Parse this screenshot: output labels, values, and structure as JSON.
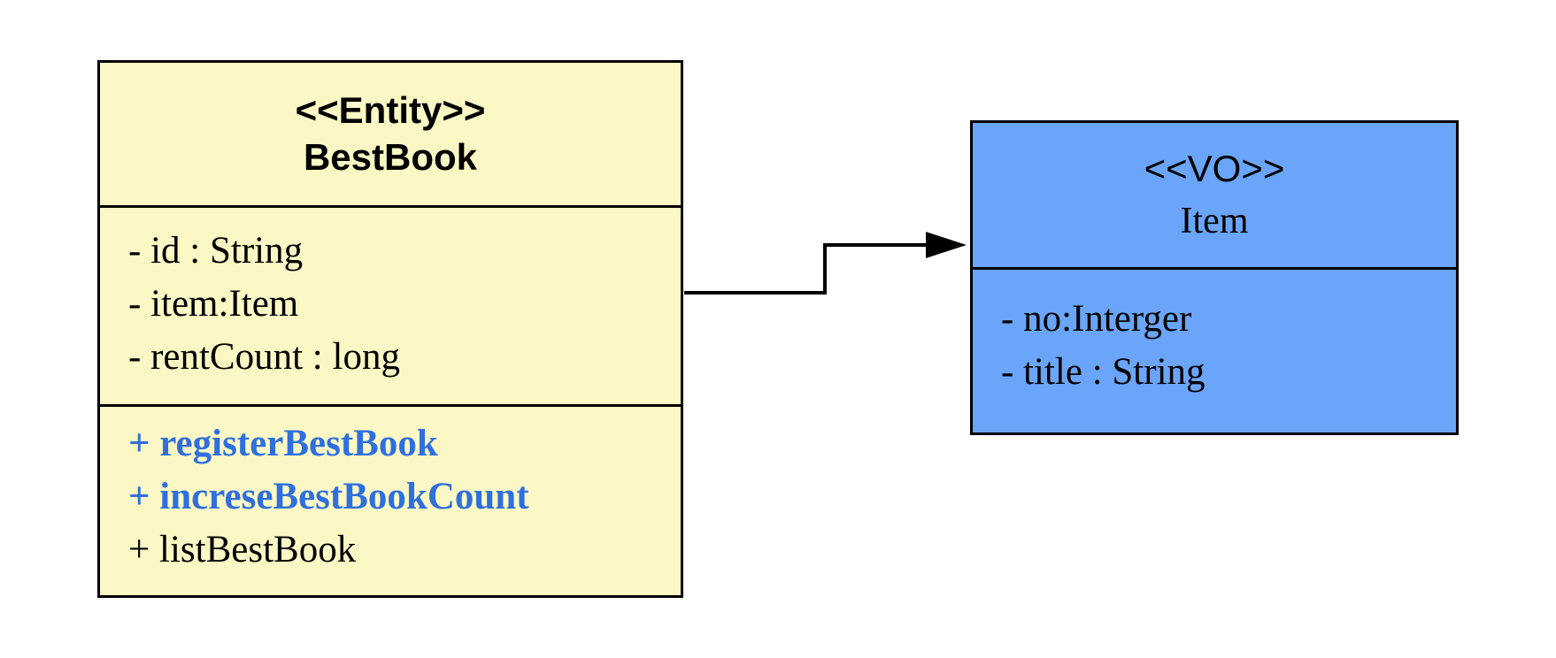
{
  "diagram": {
    "classes": [
      {
        "id": "entity",
        "stereotype": "<<Entity>>",
        "name": "BestBook",
        "fill_color": "#fbf8c5",
        "attributes": [
          "- id : String",
          "- item:Item",
          "- rentCount : long"
        ],
        "methods": [
          {
            "text": "+ registerBestBook",
            "highlighted": true
          },
          {
            "text": "+ increseBestBookCount",
            "highlighted": true
          },
          {
            "text": "+ listBestBook",
            "highlighted": false
          }
        ]
      },
      {
        "id": "vo",
        "stereotype": "<<VO>>",
        "name": "Item",
        "fill_color": "#6aa5f9",
        "attributes": [
          "- no:Interger",
          "- title : String"
        ]
      }
    ],
    "relations": [
      {
        "from": "BestBook",
        "to": "Item",
        "kind": "directed-association"
      }
    ],
    "colors": {
      "highlighted_method": "#2f6fde",
      "line": "#000000"
    }
  }
}
